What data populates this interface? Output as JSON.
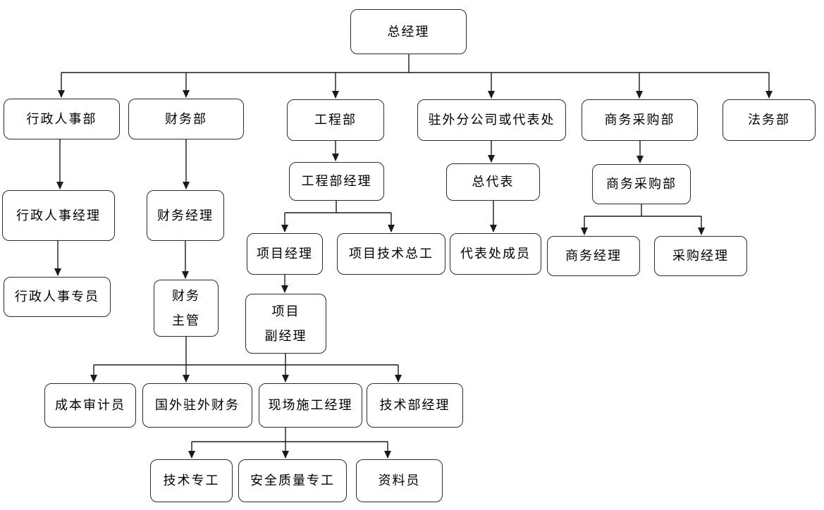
{
  "diagram": {
    "type": "org-chart",
    "colors": {
      "background": "#ffffff",
      "box_border": "#2b2b2b",
      "connector": "#1a1a1a",
      "text": "#000000"
    },
    "nodes": [
      {
        "id": "general-manager",
        "label": "总经理"
      },
      {
        "id": "admin-hr-dept",
        "label": "行政人事部"
      },
      {
        "id": "finance-dept",
        "label": "财务部"
      },
      {
        "id": "engineering-dept",
        "label": "工程部"
      },
      {
        "id": "overseas-branch-or-rep-office",
        "label": "驻外分公司或代表处"
      },
      {
        "id": "commerce-procurement-dept",
        "label": "商务采购部"
      },
      {
        "id": "legal-dept",
        "label": "法务部"
      },
      {
        "id": "admin-hr-manager",
        "label": "行政人事经理"
      },
      {
        "id": "finance-manager",
        "label": "财务经理"
      },
      {
        "id": "engineering-dept-manager",
        "label": "工程部经理"
      },
      {
        "id": "chief-representative",
        "label": "总代表"
      },
      {
        "id": "commerce-procurement-dept-2",
        "label": "商务采购部"
      },
      {
        "id": "admin-hr-specialist",
        "label": "行政人事专员"
      },
      {
        "id": "finance-supervisor",
        "label": "财务\n主管"
      },
      {
        "id": "project-manager",
        "label": "项目经理"
      },
      {
        "id": "project-technical-chief",
        "label": "项目技术总工"
      },
      {
        "id": "rep-office-member",
        "label": "代表处成员"
      },
      {
        "id": "commerce-manager",
        "label": "商务经理"
      },
      {
        "id": "procurement-manager",
        "label": "采购经理"
      },
      {
        "id": "deputy-project-manager",
        "label": "项目\n副经理"
      },
      {
        "id": "cost-auditor",
        "label": "成本审计员"
      },
      {
        "id": "overseas-stationed-finance",
        "label": "国外驻外财务"
      },
      {
        "id": "site-construction-manager",
        "label": "现场施工经理"
      },
      {
        "id": "technical-dept-manager",
        "label": "技术部经理"
      },
      {
        "id": "technical-specialist",
        "label": "技术专工"
      },
      {
        "id": "safety-quality-specialist",
        "label": "安全质量专工"
      },
      {
        "id": "documentation-clerk",
        "label": "资料员"
      }
    ],
    "edges": [
      {
        "from": "general-manager",
        "to": "admin-hr-dept"
      },
      {
        "from": "general-manager",
        "to": "finance-dept"
      },
      {
        "from": "general-manager",
        "to": "engineering-dept"
      },
      {
        "from": "general-manager",
        "to": "overseas-branch-or-rep-office"
      },
      {
        "from": "general-manager",
        "to": "commerce-procurement-dept"
      },
      {
        "from": "general-manager",
        "to": "legal-dept"
      },
      {
        "from": "admin-hr-dept",
        "to": "admin-hr-manager"
      },
      {
        "from": "admin-hr-manager",
        "to": "admin-hr-specialist"
      },
      {
        "from": "finance-dept",
        "to": "finance-manager"
      },
      {
        "from": "finance-manager",
        "to": "finance-supervisor"
      },
      {
        "from": "engineering-dept",
        "to": "engineering-dept-manager"
      },
      {
        "from": "engineering-dept-manager",
        "to": "project-manager"
      },
      {
        "from": "engineering-dept-manager",
        "to": "project-technical-chief"
      },
      {
        "from": "project-manager",
        "to": "deputy-project-manager"
      },
      {
        "from": "overseas-branch-or-rep-office",
        "to": "chief-representative"
      },
      {
        "from": "chief-representative",
        "to": "rep-office-member"
      },
      {
        "from": "commerce-procurement-dept",
        "to": "commerce-procurement-dept-2"
      },
      {
        "from": "commerce-procurement-dept-2",
        "to": "commerce-manager"
      },
      {
        "from": "commerce-procurement-dept-2",
        "to": "procurement-manager"
      },
      {
        "from": "finance-supervisor",
        "to": "cost-auditor"
      },
      {
        "from": "finance-supervisor",
        "to": "overseas-stationed-finance"
      },
      {
        "from": "finance-supervisor",
        "to": "site-construction-manager"
      },
      {
        "from": "finance-supervisor",
        "to": "technical-dept-manager"
      },
      {
        "from": "deputy-project-manager",
        "to": "cost-auditor"
      },
      {
        "from": "deputy-project-manager",
        "to": "overseas-stationed-finance"
      },
      {
        "from": "deputy-project-manager",
        "to": "site-construction-manager"
      },
      {
        "from": "deputy-project-manager",
        "to": "technical-dept-manager"
      },
      {
        "from": "site-construction-manager",
        "to": "technical-specialist"
      },
      {
        "from": "site-construction-manager",
        "to": "safety-quality-specialist"
      },
      {
        "from": "site-construction-manager",
        "to": "documentation-clerk"
      }
    ]
  }
}
